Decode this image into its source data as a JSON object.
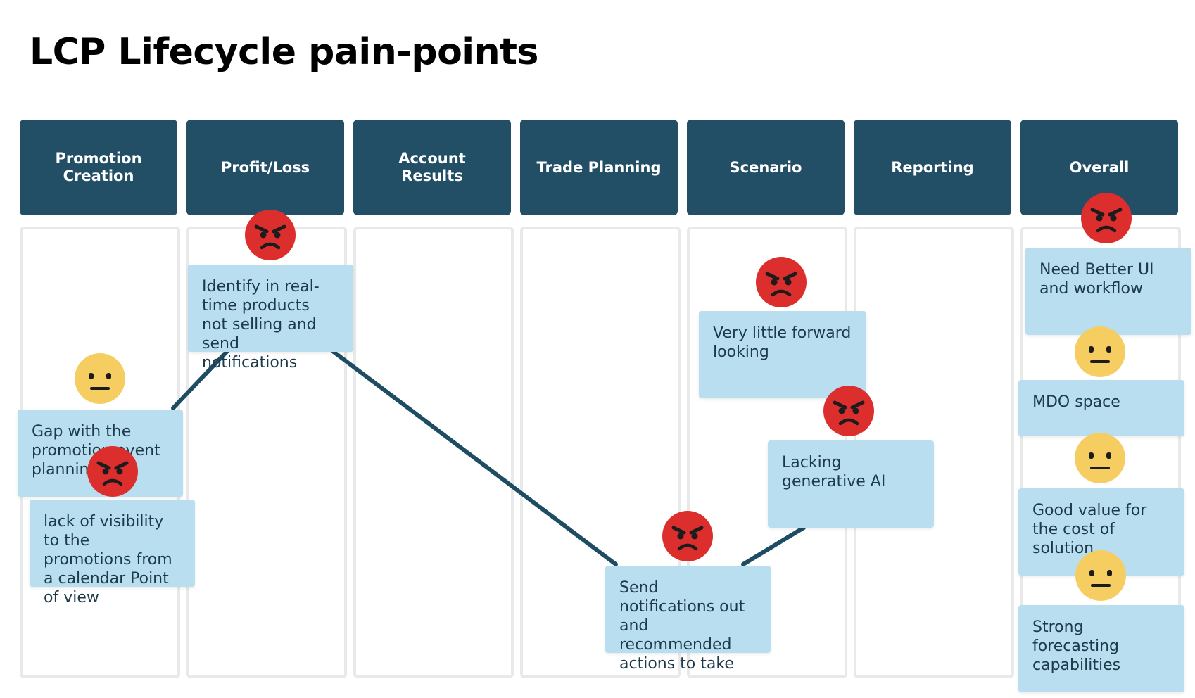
{
  "title": "LCP Lifecycle pain-points",
  "colors": {
    "header": "#224f66",
    "note": "#b8def0",
    "line": "#1e4d63",
    "angry": "#dd2e2e",
    "neutral": "#f5cd61"
  },
  "columns": [
    {
      "label": "Promotion\nCreation"
    },
    {
      "label": "Profit/Loss"
    },
    {
      "label": "Account Results"
    },
    {
      "label": "Trade Planning"
    },
    {
      "label": "Scenario"
    },
    {
      "label": "Reporting"
    },
    {
      "label": "Overall"
    }
  ],
  "notes": [
    {
      "text": "Gap with the promotion event planning side",
      "sentiment": "neutral-face-icon"
    },
    {
      "text": "lack of visibility to the promotions from a calendar Point of view",
      "sentiment": "angry-face-icon"
    },
    {
      "text": "Identify in real-time products not selling and send notifications",
      "sentiment": "angry-face-icon"
    },
    {
      "text": "Send notifications out and recommended actions to take",
      "sentiment": "angry-face-icon"
    },
    {
      "text": "Very little forward looking",
      "sentiment": "angry-face-icon"
    },
    {
      "text": "Lacking generative AI",
      "sentiment": "angry-face-icon"
    },
    {
      "text": "Need Better UI and workflow",
      "sentiment": "angry-face-icon"
    },
    {
      "text": "MDO space",
      "sentiment": "neutral-face-icon"
    },
    {
      "text": "Good value for the cost of solution",
      "sentiment": "neutral-face-icon"
    },
    {
      "text": "Strong forecasting capabilities",
      "sentiment": "neutral-face-icon"
    }
  ]
}
